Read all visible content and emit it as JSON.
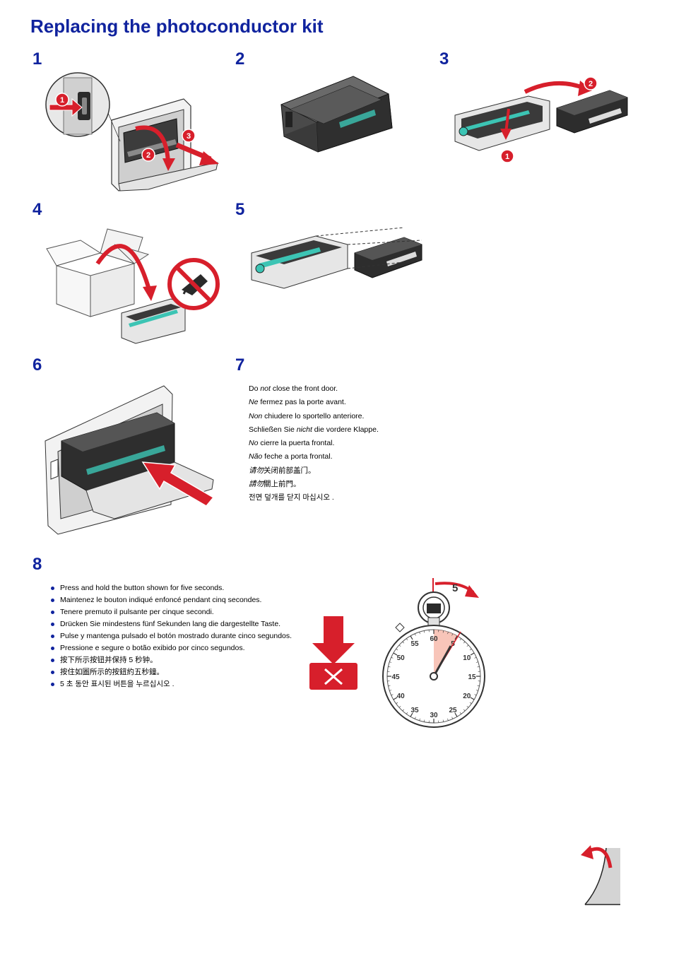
{
  "page": {
    "title": "Replacing the photoconductor kit"
  },
  "colors": {
    "title_blue": "#10239e",
    "accent_red": "#d71f2b",
    "teal": "#3cc4b4",
    "gray_dark": "#3a3a3a",
    "gray_light": "#d6d6d6"
  },
  "steps": [
    {
      "number": "1",
      "icon": "remove-cartridge-illustration",
      "callouts": [
        "1",
        "2",
        "3"
      ]
    },
    {
      "number": "2",
      "icon": "unpack-cartridge-illustration",
      "callouts": []
    },
    {
      "number": "3",
      "icon": "separate-toner-illustration",
      "callouts": [
        "1",
        "2"
      ]
    },
    {
      "number": "4",
      "icon": "recycle-box-illustration",
      "callouts": []
    },
    {
      "number": "5",
      "icon": "insert-toner-illustration",
      "callouts": []
    },
    {
      "number": "6",
      "icon": "insert-kit-illustration",
      "callouts": []
    },
    {
      "number": "7",
      "icon": null,
      "callouts": []
    },
    {
      "number": "8",
      "icon": "stopwatch-illustration",
      "callouts": []
    }
  ],
  "step7": {
    "lines": [
      {
        "pre": "Do ",
        "em": "not",
        "post": " close the front door."
      },
      {
        "pre": "",
        "em": "Ne",
        "post": " fermez pas la porte avant."
      },
      {
        "pre": "",
        "em": "Non",
        "post": " chiudere lo sportello anteriore."
      },
      {
        "pre": "Schließen Sie ",
        "em": "nicht",
        "post": " die vordere Klappe."
      },
      {
        "pre": "",
        "em": "No",
        "post": " cierre la puerta frontal."
      },
      {
        "pre": "",
        "em": "Não",
        "post": " feche a porta frontal."
      },
      {
        "pre": "",
        "em": "请勿",
        "post": "关闭前部盖门。"
      },
      {
        "pre": "",
        "em": "請勿",
        "post": "關上前門。"
      },
      {
        "pre": "전면 덮개를 닫지 마십시오 .",
        "em": "",
        "post": ""
      }
    ]
  },
  "step8": {
    "bullets": [
      "Press and hold the button shown for five seconds.",
      "Maintenez le bouton indiqué enfoncé pendant cinq secondes.",
      "Tenere premuto il pulsante per cinque secondi.",
      "Drücken Sie mindestens fünf Sekunden lang die dargestellte Taste.",
      "Pulse y mantenga pulsado el botón mostrado durante cinco segundos.",
      "Pressione e segure o botão exibido por cinco segundos.",
      "按下所示按钮并保持 5 秒钟。",
      "按住如圖所示的按鈕約五秒鐘。",
      "5 초 동안 표시된 버튼을 누르십시오 ."
    ],
    "stopwatch": {
      "indicator": "5",
      "dial_labels": [
        "60",
        "5",
        "10",
        "15",
        "20",
        "25",
        "30",
        "35",
        "40",
        "45",
        "50",
        "55"
      ],
      "elapsed_seconds": 5
    }
  }
}
